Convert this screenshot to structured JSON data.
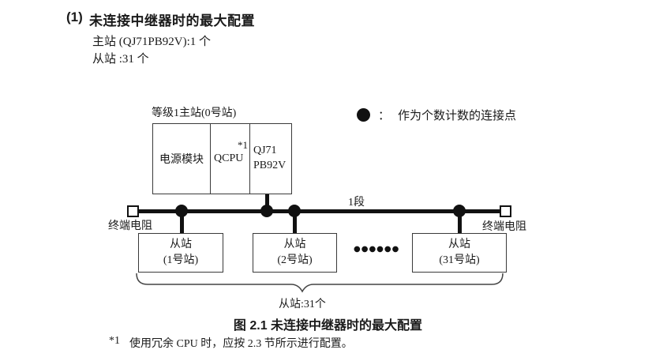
{
  "colors": {
    "line": "#111111",
    "box_border": "#3a3a3a",
    "text": "#1a1a1a",
    "background": "#ffffff"
  },
  "section": {
    "number": "(1)",
    "title": "未连接中继器时的最大配置",
    "master_line": "主站 (QJ71PB92V):1 个",
    "slave_line": "从站 :31 个"
  },
  "diagram": {
    "master_label": "等级1主站(0号站)",
    "master_modules": {
      "power": "电源模块",
      "cpu": "QCPU",
      "cpu_note": "*1",
      "network_line1": "QJ71",
      "network_line2": "PB92V"
    },
    "legend": {
      "separator": "：",
      "text": "作为个数计数的连接点"
    },
    "segment_label": "1段",
    "terminator_left_label": "终端电阻",
    "terminator_right_label": "终端电阻",
    "slaves": [
      {
        "line1": "从站",
        "line2": "(1号站)"
      },
      {
        "line1": "从站",
        "line2": "(2号站)"
      },
      {
        "line1": "从站",
        "line2": "(31号站)"
      }
    ],
    "ellipsis": "●●●●●●",
    "brace_label": "从站:31个"
  },
  "caption": "图 2.1 未连接中继器时的最大配置",
  "footnote": {
    "marker": "*1",
    "text": "使用冗余 CPU 时，应按 2.3 节所示进行配置。"
  }
}
